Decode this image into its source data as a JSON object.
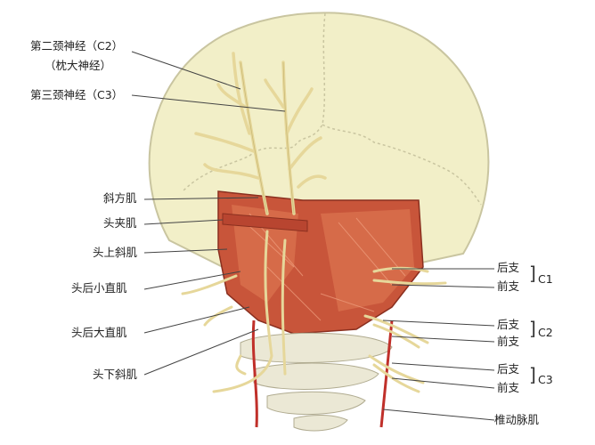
{
  "labels_left": {
    "c2_line1": "第二颈神经（C2）",
    "c2_line2": "（枕大神经）",
    "c3": "第三颈神经（C3）",
    "trapezius": "斜方肌",
    "splenius": "头夹肌",
    "obliquus_sup": "头上斜肌",
    "rectus_minor": "头后小直肌",
    "rectus_major": "头后大直肌",
    "obliquus_inf": "头下斜肌"
  },
  "labels_right": {
    "c1_post": "后支",
    "c1_ant": "前支",
    "c1_group": "C1",
    "c2_post": "后支",
    "c2_ant": "前支",
    "c2_group": "C2",
    "c3_post": "后支",
    "c3_ant": "前支",
    "c3_group": "C3",
    "vertebral_artery": "椎动脉肌"
  },
  "colors": {
    "skull": "#f2efc8",
    "skull_outline": "#c9c5a0",
    "muscle": "#c8553a",
    "muscle_light": "#e08a6a",
    "nerve": "#e6d79a",
    "nerve_outline": "#b8a860",
    "bone": "#ebe8d5",
    "artery": "#c0302a",
    "leader": "#444444"
  }
}
